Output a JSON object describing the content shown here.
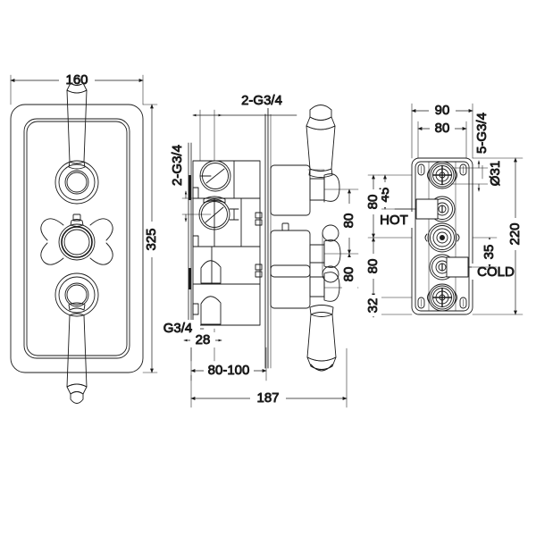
{
  "drawing": {
    "type": "technical-engineering-drawing",
    "subject": "Concealed thermostatic shower valve - 3 view orthographic drawing",
    "line_color": "#1a1a1a",
    "background_color": "#ffffff",
    "units": "mm"
  },
  "views": {
    "front": {
      "name": "front-elevation-view",
      "plate_width": "160",
      "plate_height": "325",
      "controls": [
        {
          "name": "top-lever-handle",
          "style": "lever"
        },
        {
          "name": "middle-cross-handle",
          "style": "cross"
        },
        {
          "name": "bottom-lever-handle",
          "style": "lever"
        }
      ]
    },
    "side": {
      "name": "side-section-view",
      "controls": [
        {
          "name": "top-lever-handle",
          "style": "lever"
        },
        {
          "name": "middle-cross-handle",
          "style": "cross"
        },
        {
          "name": "bottom-lever-handle",
          "style": "lever"
        }
      ]
    },
    "rear": {
      "name": "rear-body-view",
      "ports": [
        {
          "name": "port-1",
          "style": "cross-spoke"
        },
        {
          "name": "port-2",
          "style": "plain"
        },
        {
          "name": "port-3",
          "style": "plain-center"
        },
        {
          "name": "port-4",
          "style": "plain"
        },
        {
          "name": "port-5",
          "style": "cross-spoke"
        }
      ]
    }
  },
  "dimensions": {
    "front_width": "160",
    "front_height": "325",
    "side_thread_top": "2-G3/4",
    "side_thread_left": "2-G3/4",
    "side_thread_bottom": "G3/4",
    "side_spacing_upper": "80",
    "side_spacing_lower": "80",
    "side_depth_28": "28",
    "side_depth_range": "80-100",
    "side_total_length": "187",
    "rear_width_90": "90",
    "rear_width_80": "80",
    "rear_thread_count": "5-G3/4",
    "rear_port_dia": "Ø31",
    "rear_height_45": "45",
    "rear_height_80_upper": "80",
    "rear_height_80_lower": "80",
    "rear_offset_35": "35",
    "rear_height_32": "32",
    "rear_total_height": "220"
  },
  "labels": {
    "hot": "HOT",
    "cold": "COLD"
  }
}
